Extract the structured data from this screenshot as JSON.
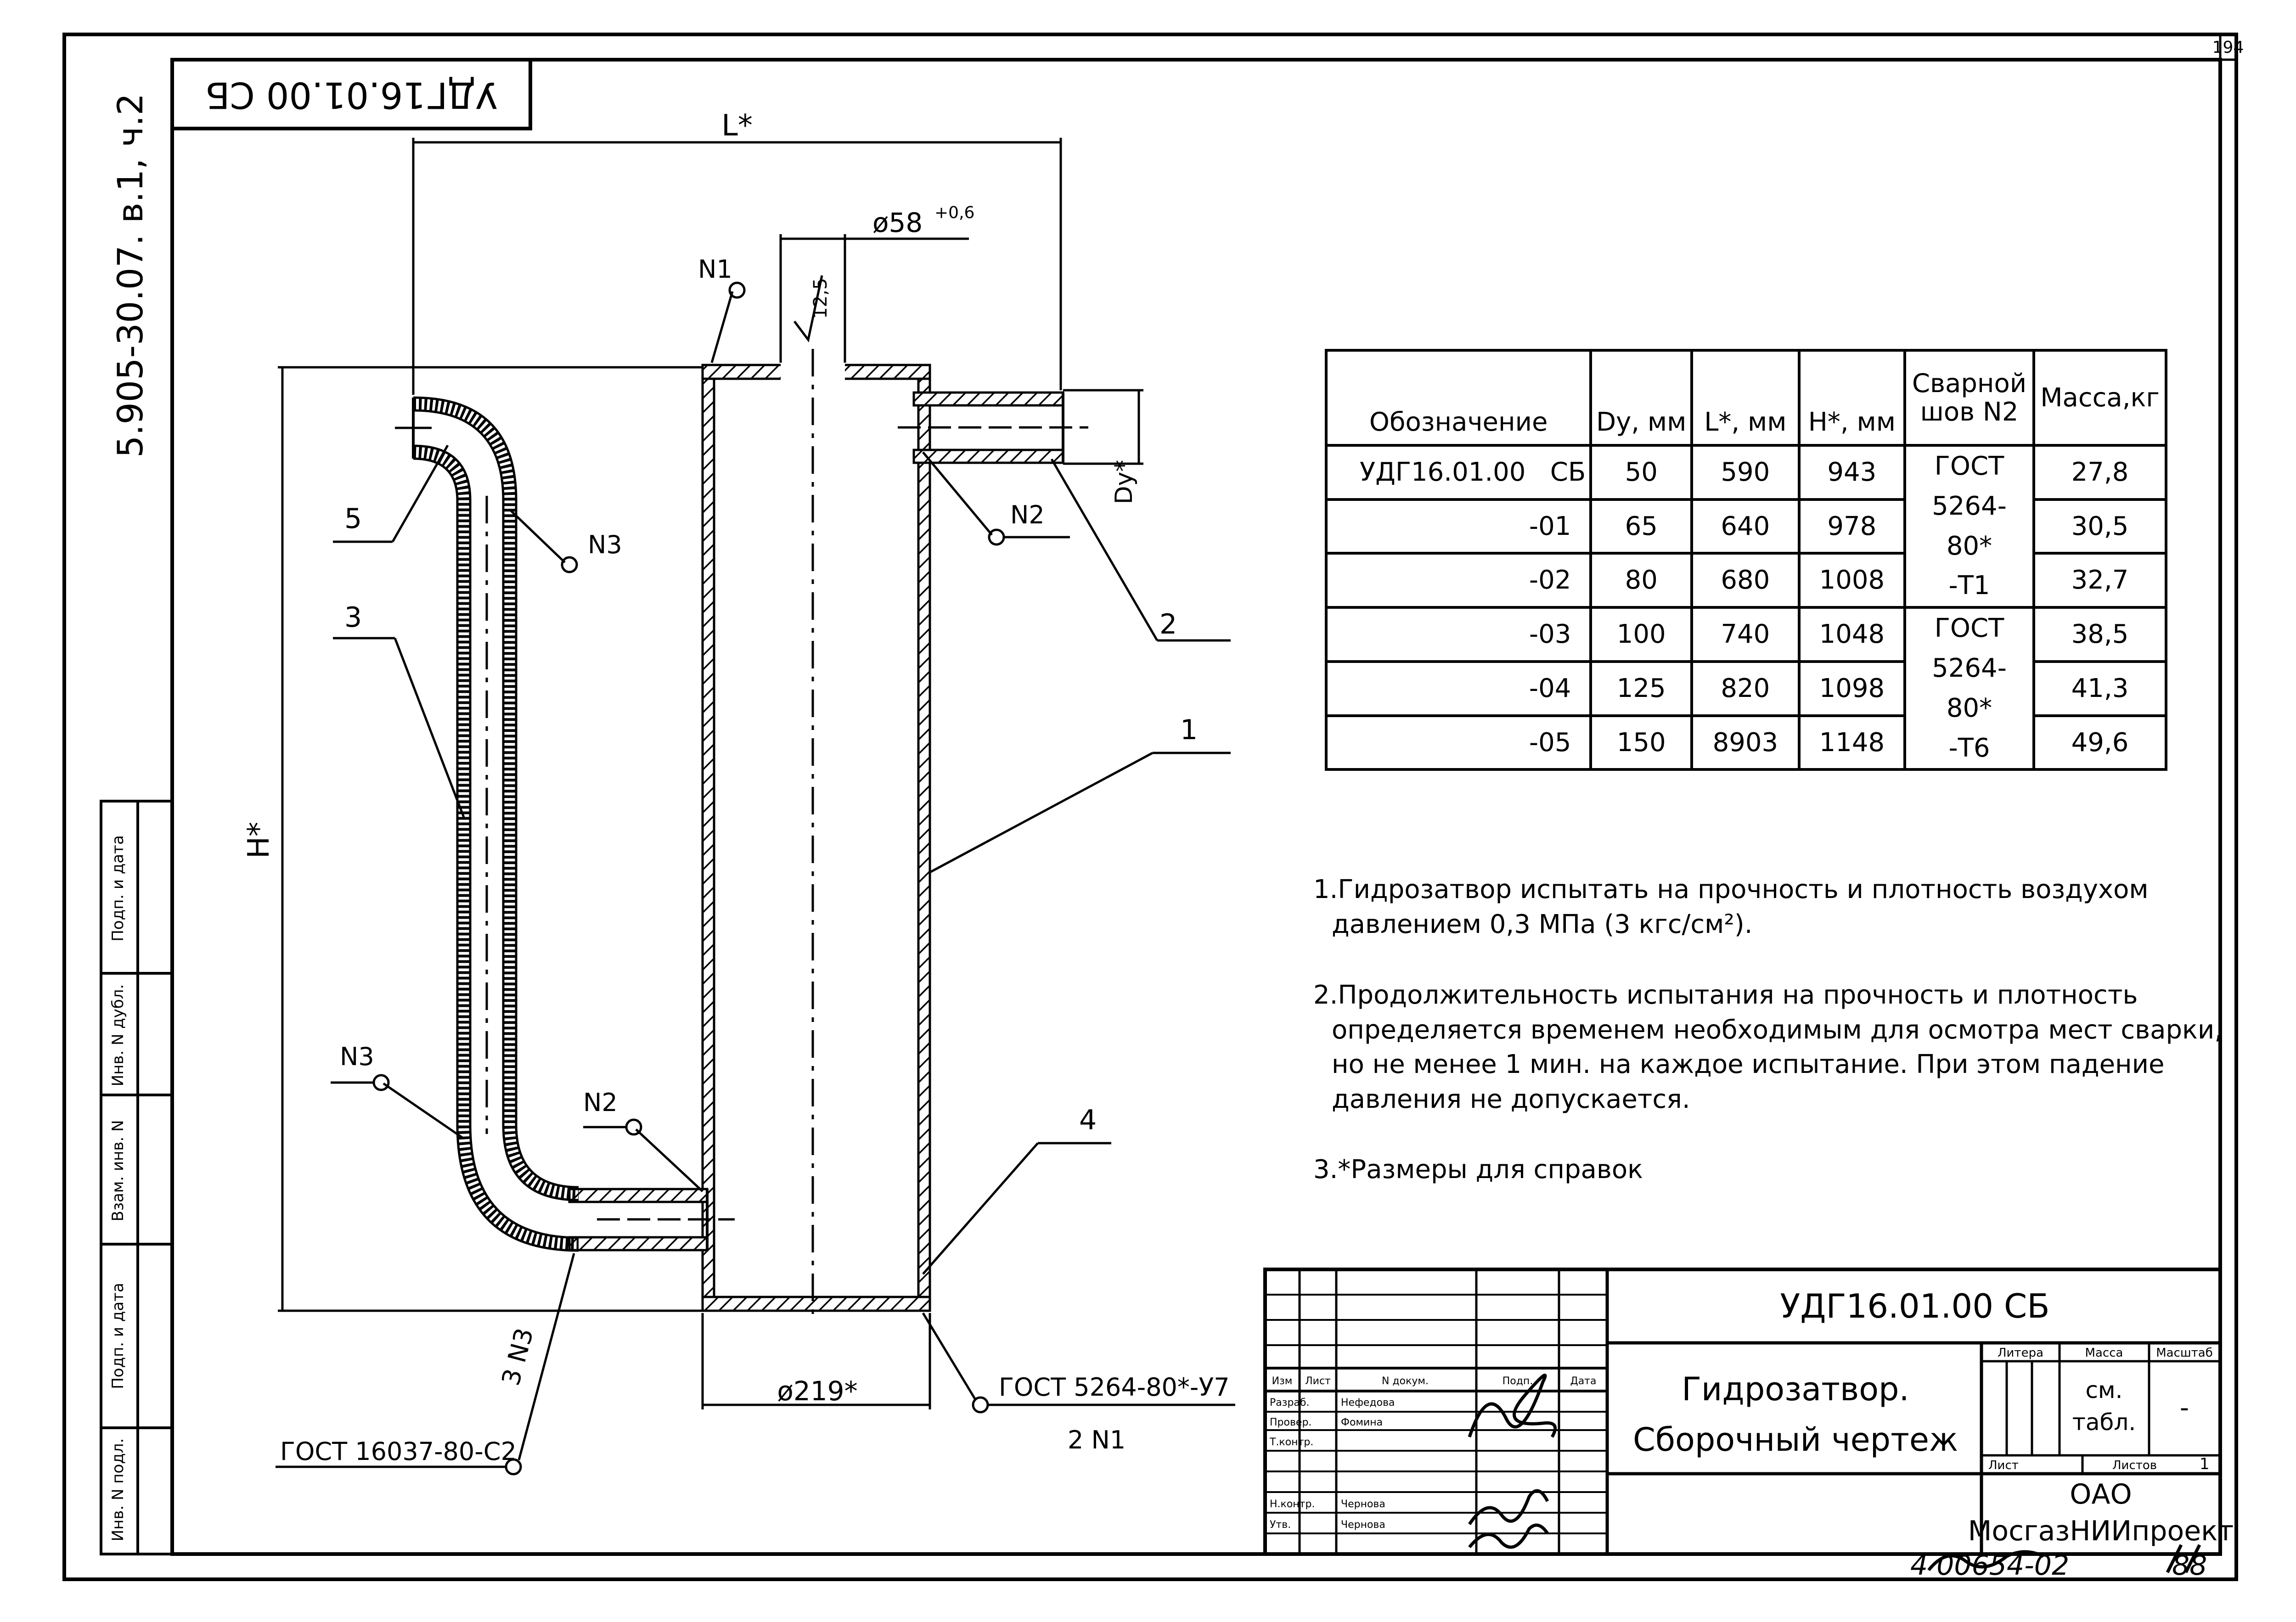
{
  "document": {
    "series_code": "5.905-30.07. в.1, ч.2",
    "sheet_corner_number": "194",
    "designation_mirrored": "УДГ16.01.00 СБ",
    "bottom_handwritten": "4 00654-02",
    "bottom_sheet_number": "88"
  },
  "dimensions": {
    "length": "L*",
    "height": "H*",
    "hole_diameter": "ø58",
    "hole_tolerance": "+0,6",
    "roughness": "12,5",
    "nominal_dia": "Dy*",
    "body_diameter": "ø219*"
  },
  "callouts": {
    "weld_n1": "N1",
    "weld_n2_top": "N2",
    "weld_n3_top": "N3",
    "weld_n3_bottom": "N3",
    "weld_n2_bottom": "N2",
    "part_1": "1",
    "part_2": "2",
    "part_3": "3",
    "part_4": "4",
    "part_5": "5",
    "weld_3n3": "3 N3",
    "gost_16037": "ГОСТ 16037-80-С2",
    "gost_5264_u7": "ГОСТ 5264-80*-У7",
    "weld_2n1": "2 N1"
  },
  "spec_table": {
    "headers": [
      "Обозначение",
      "Dy, мм",
      "L*, мм",
      "H*, мм",
      "Сварной шов N2",
      "Масса,кг"
    ],
    "rows": [
      {
        "designation": "УДГ16.01.00   СБ",
        "dy": "50",
        "l": "590",
        "h": "943",
        "mass": "27,8"
      },
      {
        "designation": "-01",
        "dy": "65",
        "l": "640",
        "h": "978",
        "mass": "30,5"
      },
      {
        "designation": "-02",
        "dy": "80",
        "l": "680",
        "h": "1008",
        "mass": "32,7"
      },
      {
        "designation": "-03",
        "dy": "100",
        "l": "740",
        "h": "1048",
        "mass": "38,5"
      },
      {
        "designation": "-04",
        "dy": "125",
        "l": "820",
        "h": "1098",
        "mass": "41,3"
      },
      {
        "designation": "-05",
        "dy": "150",
        "l": "8903",
        "h": "1148",
        "mass": "49,6"
      }
    ],
    "weld_group_1": [
      "ГОСТ",
      "5264-80*",
      "-Т1"
    ],
    "weld_group_2": [
      "ГОСТ",
      "5264-80*",
      "-Т6"
    ]
  },
  "notes": {
    "n1_line1": "1.Гидрозатвор испытать на прочность и плотность воздухом",
    "n1_line2": "давлением 0,3 МПа (3 кгс/см²).",
    "n2_line1": "2.Продолжительность испытания на прочность и плотность",
    "n2_line2": "определяется временем необходимым для осмотра мест сварки,",
    "n2_line3": "но не менее 1 мин. на каждое испытание. При этом падение",
    "n2_line4": "давления не допускается.",
    "n3_line1": "3.*Размеры для справок"
  },
  "side_stamp": [
    "Подп. и дата",
    "Инв. N дубл.",
    "Взам. инв. N",
    "Подп. и дата",
    "Инв. N подл."
  ],
  "title_block": {
    "designation": "УДГ16.01.00 СБ",
    "name_line1": "Гидрозатвор.",
    "name_line2": "Сборочный чертеж",
    "col_headers": [
      "Изм",
      "Лист",
      "N докум.",
      "Подп.",
      "Дата"
    ],
    "roles": [
      "Разраб.",
      "Провер.",
      "Т.контр.",
      "",
      "Н.контр.",
      "Утв."
    ],
    "names": [
      "Нефедова",
      "Фомина",
      "",
      "",
      "Чернова",
      "Чернова"
    ],
    "litera": "Литера",
    "mass_label": "Масса",
    "scale_label": "Масштаб",
    "mass_value_1": "см.",
    "mass_value_2": "табл.",
    "scale_value": "-",
    "sheet_label": "Лист",
    "sheets_label": "Листов",
    "sheets_value": "1",
    "org_line1": "ОАО",
    "org_line2": "МосгазНИИпроект"
  }
}
